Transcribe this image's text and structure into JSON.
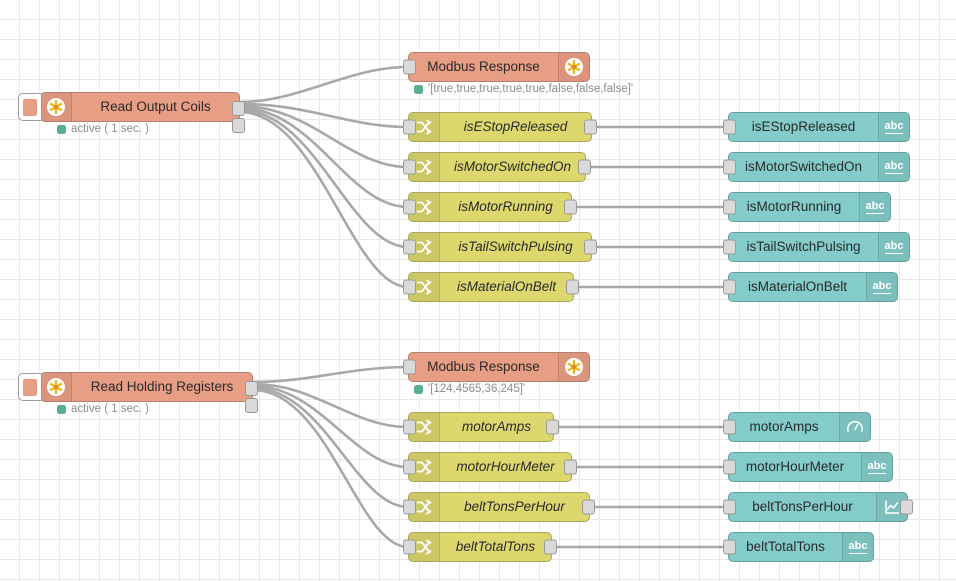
{
  "canvas": {
    "grid_size": 20,
    "background": "#ffffff",
    "grid_color": "#e9e9e9"
  },
  "colors": {
    "modbus": "#e79e84",
    "function": "#dcd86e",
    "ui": "#84ccca",
    "status_dot": "#5aaf8c",
    "wire": "#a8a8a8",
    "port": "#d9d9d9"
  },
  "flows": [
    {
      "name": "output-coils-flow",
      "source": {
        "label": "Read Output Coils",
        "icon": "modbus-icon",
        "status": "active ( 1 sec. )"
      },
      "response": {
        "label": "Modbus Response",
        "icon": "modbus-icon",
        "status": "'[true,true,true,true,true,false,false,false]'"
      },
      "functions": [
        {
          "label": "isEStopReleased",
          "icon": "change-icon"
        },
        {
          "label": "isMotorSwitchedOn",
          "icon": "change-icon"
        },
        {
          "label": "isMotorRunning",
          "icon": "change-icon"
        },
        {
          "label": "isTailSwitchPulsing",
          "icon": "change-icon"
        },
        {
          "label": "isMaterialOnBelt",
          "icon": "change-icon"
        }
      ],
      "widgets": [
        {
          "label": "isEStopReleased",
          "icon": "abc-text-icon",
          "has_output": false
        },
        {
          "label": "isMotorSwitchedOn",
          "icon": "abc-text-icon",
          "has_output": false
        },
        {
          "label": "isMotorRunning",
          "icon": "abc-text-icon",
          "has_output": false
        },
        {
          "label": "isTailSwitchPulsing",
          "icon": "abc-text-icon",
          "has_output": false
        },
        {
          "label": "isMaterialOnBelt",
          "icon": "abc-text-icon",
          "has_output": false
        }
      ]
    },
    {
      "name": "holding-registers-flow",
      "source": {
        "label": "Read Holding Registers",
        "icon": "modbus-icon",
        "status": "active ( 1 sec. )"
      },
      "response": {
        "label": "Modbus Response",
        "icon": "modbus-icon",
        "status": "'[124,4565,36,245]'"
      },
      "functions": [
        {
          "label": "motorAmps",
          "icon": "change-icon"
        },
        {
          "label": "motorHourMeter",
          "icon": "change-icon"
        },
        {
          "label": "beltTonsPerHour",
          "icon": "change-icon"
        },
        {
          "label": "beltTotalTons",
          "icon": "change-icon"
        }
      ],
      "widgets": [
        {
          "label": "motorAmps",
          "icon": "gauge-icon",
          "has_output": false
        },
        {
          "label": "motorHourMeter",
          "icon": "abc-text-icon",
          "has_output": false
        },
        {
          "label": "beltTonsPerHour",
          "icon": "chart-icon",
          "has_output": true
        },
        {
          "label": "beltTotalTons",
          "icon": "abc-text-icon",
          "has_output": false
        }
      ]
    }
  ]
}
